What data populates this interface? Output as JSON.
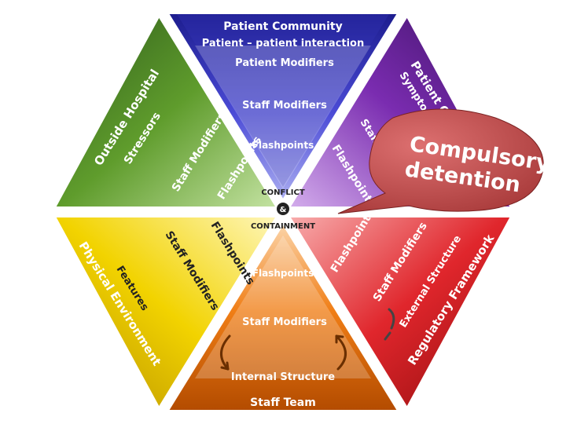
{
  "top": {
    "title": "Patient Community",
    "subtitle": "Patient – patient interaction",
    "patient_modifiers": "Patient Modifiers",
    "staff_modifiers": "Staff Modifiers",
    "flashpoints": "Flashpoints"
  },
  "top_left": {
    "outer": "Outside Hospital",
    "middle": "Stressors",
    "inner": "Staff Modifiers",
    "innermost": "Flashpoints"
  },
  "top_right": {
    "outer": "Patient Characteristics",
    "middle": "Symptoms",
    "inner": "Staff Modifiers",
    "innermost": "Flashpoints"
  },
  "bottom_left": {
    "outer": "Physical Environment",
    "middle": "Features",
    "inner": "Staff Modifiers",
    "innermost": "Flashpoints"
  },
  "bottom_right": {
    "outer": "Regulatory Framework",
    "middle": "External Structure",
    "inner": "Staff Modifiers",
    "innermost": "Flashpoints"
  },
  "bottom": {
    "flashpoints": "Flashpoints",
    "staff_modifiers": "Staff Modifiers",
    "internal_structure": "Internal Structure",
    "staff_team": "Staff Team"
  },
  "center": {
    "conflict": "CONFLICT",
    "ampersand": "&",
    "containment": "CONTAINMENT"
  },
  "callout": {
    "line1": "Compulsory",
    "line2": "detention"
  }
}
